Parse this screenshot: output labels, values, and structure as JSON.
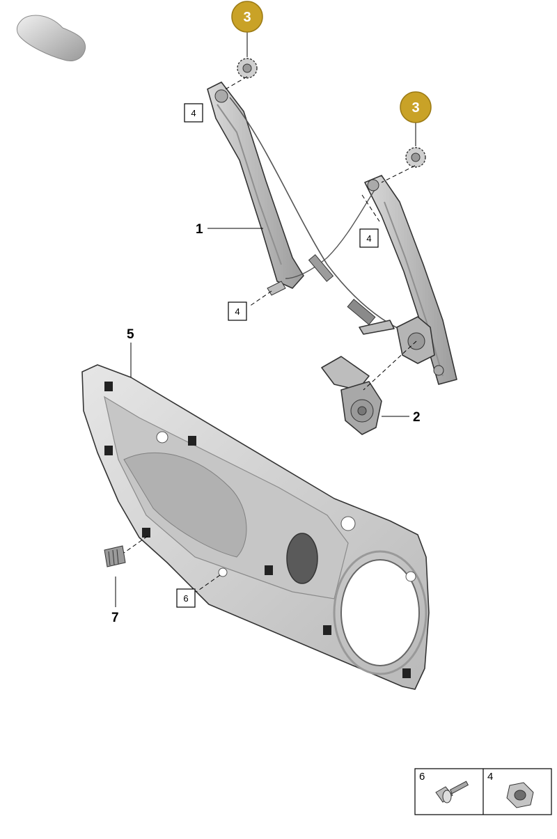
{
  "diagram": {
    "callouts": [
      {
        "id": "1",
        "label": "1"
      },
      {
        "id": "2",
        "label": "2"
      },
      {
        "id": "5",
        "label": "5"
      },
      {
        "id": "7",
        "label": "7"
      }
    ],
    "gold_badges": [
      {
        "id": "3a",
        "label": "3"
      },
      {
        "id": "3b",
        "label": "3"
      }
    ],
    "boxed_refs": [
      {
        "id": "4a",
        "label": "4"
      },
      {
        "id": "4b",
        "label": "4"
      },
      {
        "id": "4c",
        "label": "4"
      },
      {
        "id": "6a",
        "label": "6"
      }
    ],
    "legend": [
      {
        "label": "6",
        "icon": "bolt-icon"
      },
      {
        "label": "4",
        "icon": "nut-icon"
      }
    ],
    "colors": {
      "badge_gold": "#c9a227",
      "part_gray": "#c8c8c8",
      "panel_gray": "#d3d3d3"
    }
  }
}
